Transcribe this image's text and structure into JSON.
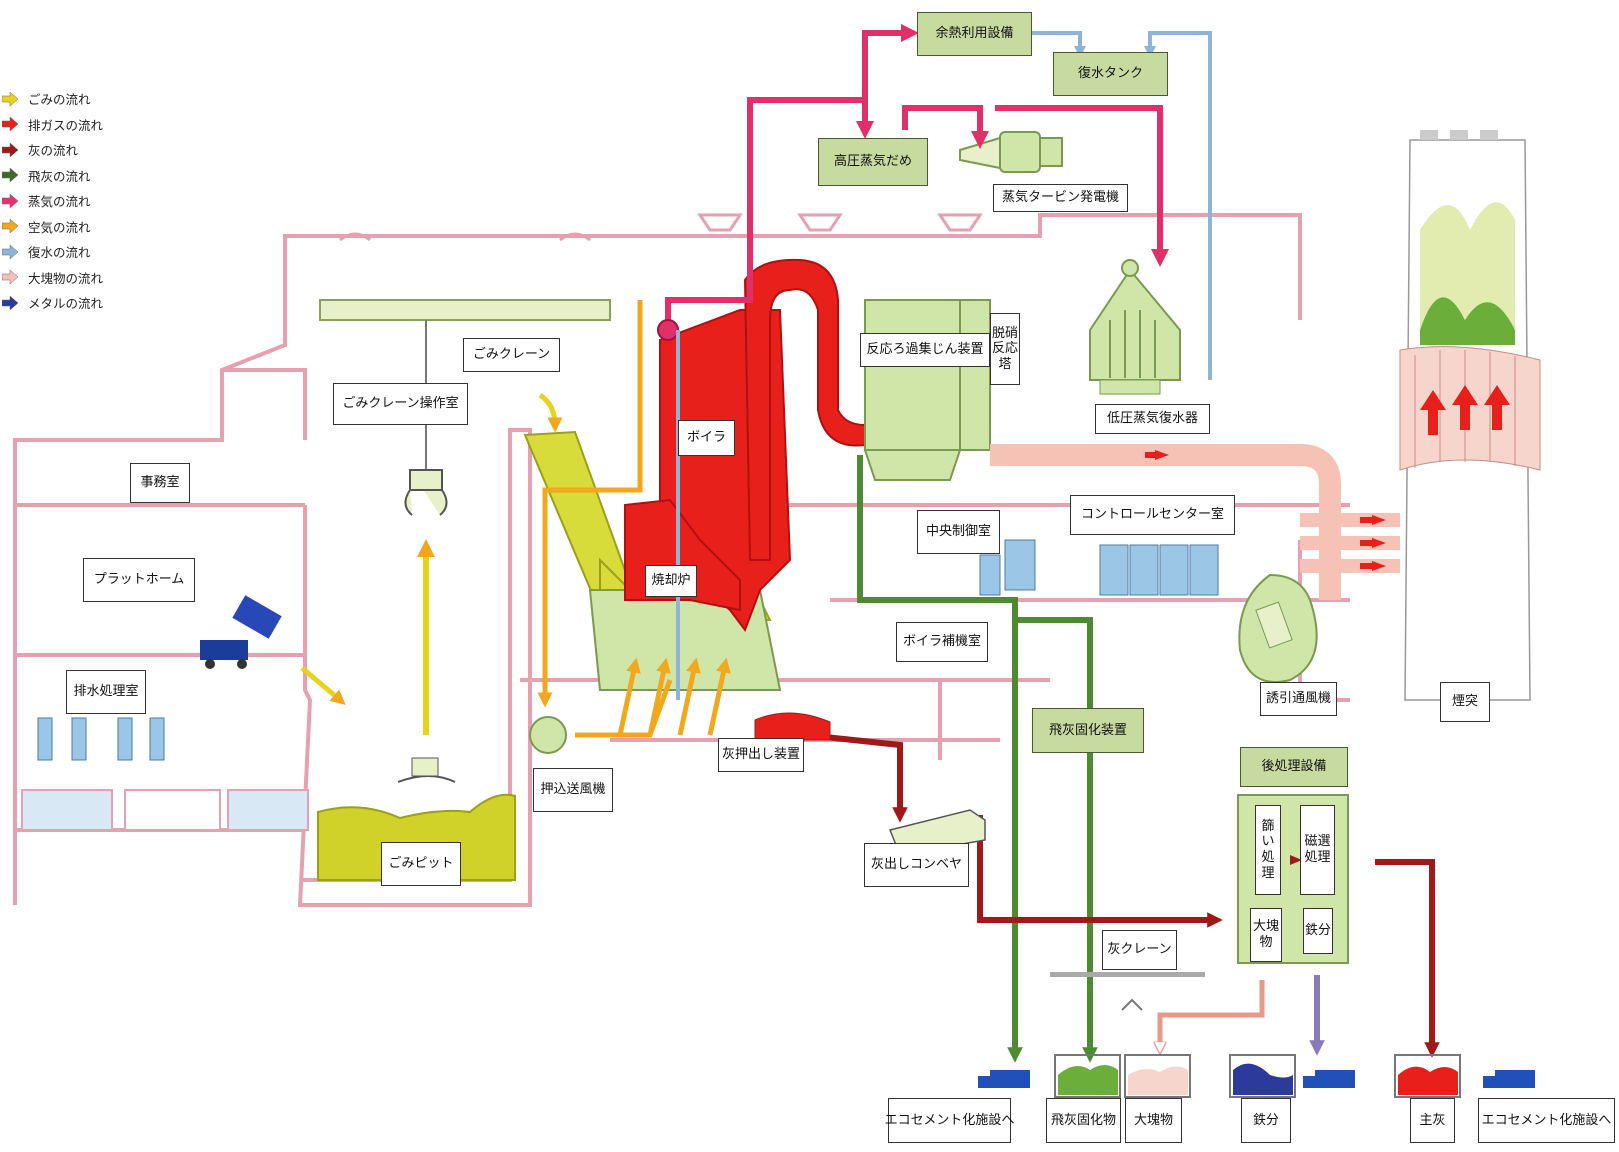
{
  "legend": [
    {
      "label": "ごみの流れ",
      "color": "#e8d21c"
    },
    {
      "label": "排ガスの流れ",
      "color": "#e8201c"
    },
    {
      "label": "灰の流れ",
      "color": "#a01818"
    },
    {
      "label": "飛灰の流れ",
      "color": "#3e6b2c"
    },
    {
      "label": "蒸気の流れ",
      "color": "#e8306e"
    },
    {
      "label": "空気の流れ",
      "color": "#f2a81c"
    },
    {
      "label": "復水の流れ",
      "color": "#8fb4dc"
    },
    {
      "label": "大塊物の流れ",
      "color": "#f6c2b6"
    },
    {
      "label": "メタルの流れ",
      "color": "#2c3a9c"
    }
  ],
  "labels": {
    "waste_heat": "余熱利用設備",
    "condensate_tank": "復水タンク",
    "hp_steam_header": "高圧蒸気だめ",
    "steam_turbine": "蒸気タービン発電機",
    "reaction_filter": "反応ろ過集じん装置",
    "denox": "脱硝反応塔",
    "lp_condenser": "低圧蒸気復水器",
    "refuse_crane": "ごみクレーン",
    "crane_room": "ごみクレーン操作室",
    "boiler": "ボイラ",
    "office": "事務室",
    "platform": "プラットホーム",
    "central_control": "中央制御室",
    "control_center": "コントロールセンター室",
    "incinerator": "焼却炉",
    "boiler_aux": "ボイラ補機室",
    "wastewater": "排水処理室",
    "id_fan": "誘引通風機",
    "stack": "煙突",
    "fly_ash_solid": "飛灰固化装置",
    "ash_pusher": "灰押出し装置",
    "post_treatment": "後処理設備",
    "forced_fan": "押込送風機",
    "refuse_pit": "ごみピット",
    "ash_conveyor": "灰出しコンベヤ",
    "sieve": "篩い処理",
    "magnetic": "磁選処理",
    "bulky_small": "大塊物",
    "iron_small": "鉄分",
    "ash_crane": "灰クレーン",
    "eco_cement_1": "エコセメント化施設へ",
    "fly_ash_product": "飛灰固化物",
    "bulky_product": "大塊物",
    "iron_product": "鉄分",
    "main_ash": "主灰",
    "eco_cement_2": "エコセメント化施設へ"
  },
  "colors": {
    "refuse": "#e8d21c",
    "gas": "#e8201c",
    "ash": "#a01818",
    "fly_ash": "#4e8a32",
    "steam": "#e0306a",
    "air": "#f2a81c",
    "condensate": "#8fb4dc",
    "bulky": "#f6c2b6",
    "metal": "#2c3a9c",
    "equipment": "#cfe6a8",
    "building": "#e6a0b0"
  }
}
